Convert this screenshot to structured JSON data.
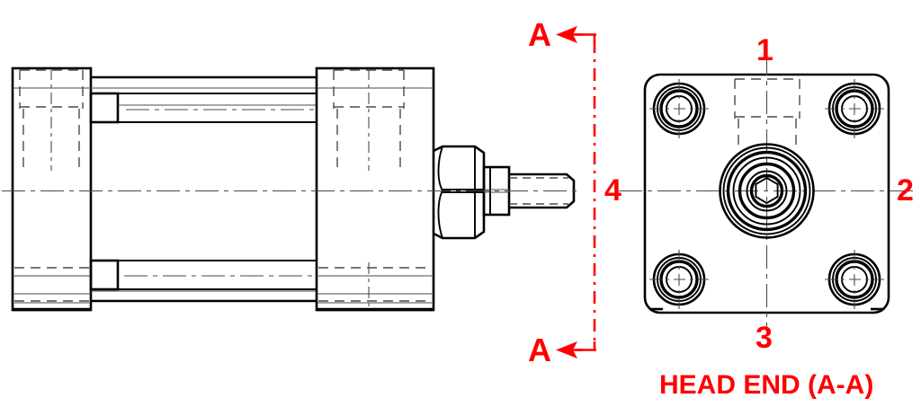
{
  "drawing": {
    "type": "engineering-drawing",
    "subject": "Pneumatic / hydraulic cylinder — side section view and head end view",
    "background_color": "#ffffff",
    "line_color": "#000000",
    "annotation_color": "#fe0000"
  },
  "annotations": {
    "section_arrow_top_label": "A",
    "section_arrow_bottom_label": "A",
    "section_cut_label": "4",
    "caption": "HEAD END (A-A)"
  },
  "head_end_view": {
    "port_top_label": "1",
    "port_right_label": "2",
    "port_bottom_label": "3",
    "port_left_label": "4",
    "corner_hole_count": 4,
    "center_feature": "hex-socket-gland"
  },
  "colors": {
    "annotation": "#fe0000",
    "outline": "#000000",
    "thin_line": "#6e6e6e",
    "hidden_line": "#555555"
  }
}
